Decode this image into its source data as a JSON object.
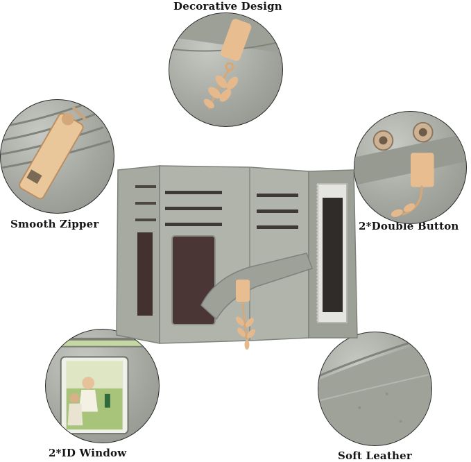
{
  "features": {
    "decorative_design": "Decorative Design",
    "smooth_zipper": "Smooth Zipper",
    "double_button": "2*Double Button",
    "id_window": "2*ID Window",
    "soft_leather": "Soft Leather"
  },
  "colors": {
    "leather": "#a4a89f",
    "leather_dark": "#8a8e85",
    "gold": "#e6b98c",
    "outline": "#2a2a2a"
  }
}
